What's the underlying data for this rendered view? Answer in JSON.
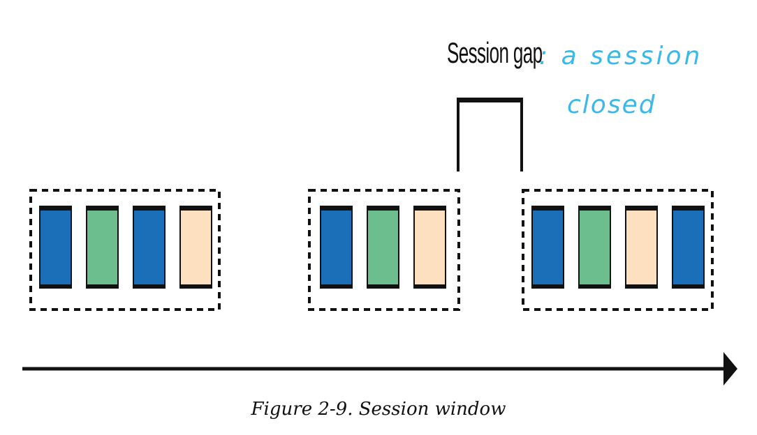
{
  "diagram": {
    "gap_label": "Session gap",
    "annotation": {
      "line1": ": a session",
      "line2": "closed"
    },
    "caption": "Figure 2-9. Session window",
    "colors": {
      "blue": "#1a6fb8",
      "green": "#6cbe8e",
      "peach": "#fce0bf",
      "outline": "#111111",
      "annotation": "#3ab8ea"
    },
    "windows": [
      {
        "name": "session-window-1",
        "events": [
          "blue",
          "green",
          "blue",
          "peach"
        ]
      },
      {
        "name": "session-window-2",
        "events": [
          "blue",
          "green",
          "peach"
        ]
      },
      {
        "name": "session-window-3",
        "events": [
          "blue",
          "green",
          "peach",
          "blue"
        ]
      }
    ]
  }
}
